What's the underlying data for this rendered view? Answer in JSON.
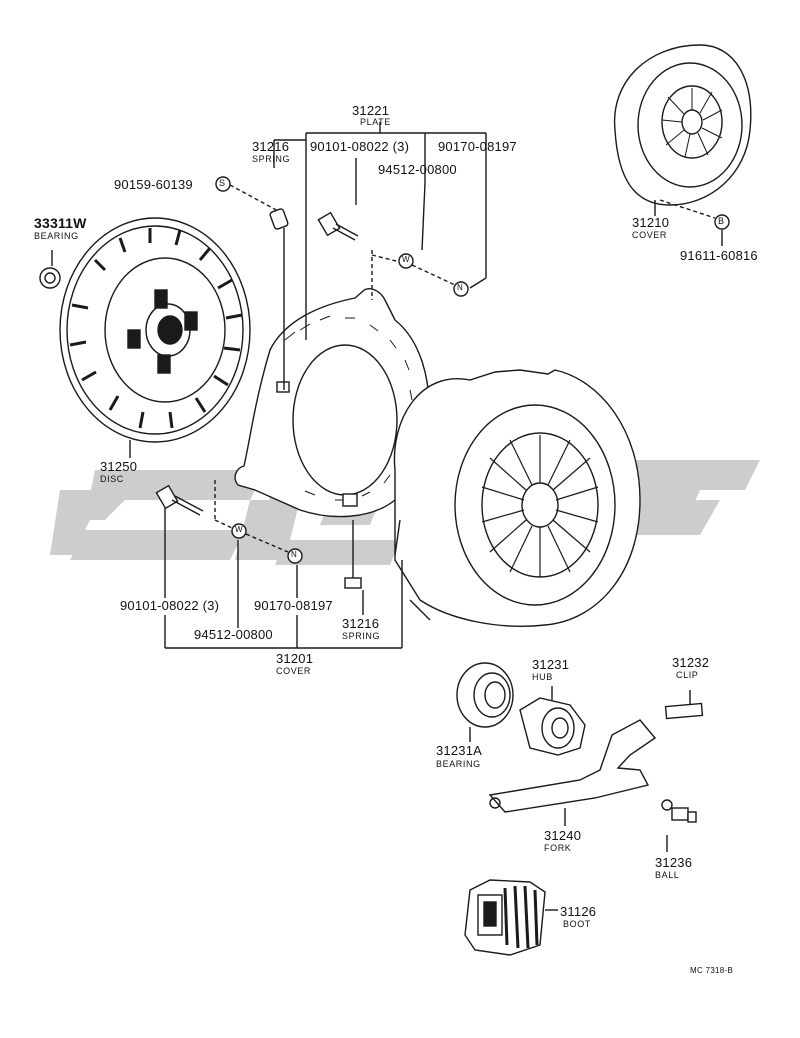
{
  "diagram": {
    "parts": [
      {
        "id": "plate",
        "number": "31221",
        "name": "PLATE"
      },
      {
        "id": "spring-top",
        "number": "31216",
        "name": "SPRING"
      },
      {
        "id": "bolt-top",
        "number": "90101-08022 (3)"
      },
      {
        "id": "nut-top",
        "number": "90170-08197"
      },
      {
        "id": "washer-top",
        "number": "94512-00800"
      },
      {
        "id": "bolt-s",
        "number": "90159-60139"
      },
      {
        "id": "bearing-pilot",
        "number": "33311W",
        "name": "BEARING"
      },
      {
        "id": "disc",
        "number": "31250",
        "name": "DISC"
      },
      {
        "id": "cover-small",
        "number": "31210",
        "name": "COVER"
      },
      {
        "id": "bolt-b",
        "number": "91611-60816"
      },
      {
        "id": "bolt-bottom",
        "number": "90101-08022 (3)"
      },
      {
        "id": "nut-bottom",
        "number": "90170-08197"
      },
      {
        "id": "washer-bottom",
        "number": "94512-00800"
      },
      {
        "id": "spring-bottom",
        "number": "31216",
        "name": "SPRING"
      },
      {
        "id": "cover",
        "number": "31201",
        "name": "COVER"
      },
      {
        "id": "hub",
        "number": "31231",
        "name": "HUB"
      },
      {
        "id": "bearing-release",
        "number": "31231A",
        "name": "BEARING"
      },
      {
        "id": "clip",
        "number": "31232",
        "name": "CLIP"
      },
      {
        "id": "fork",
        "number": "31240",
        "name": "FORK"
      },
      {
        "id": "ball",
        "number": "31236",
        "name": "BALL"
      },
      {
        "id": "boot",
        "number": "31126",
        "name": "BOOT"
      }
    ],
    "markers": {
      "s": "S",
      "b": "B",
      "w": "W",
      "n": "N"
    },
    "code": "MC 7318-B"
  },
  "colors": {
    "ink": "#1a1a1a",
    "watermark": "#c9c9c9"
  }
}
